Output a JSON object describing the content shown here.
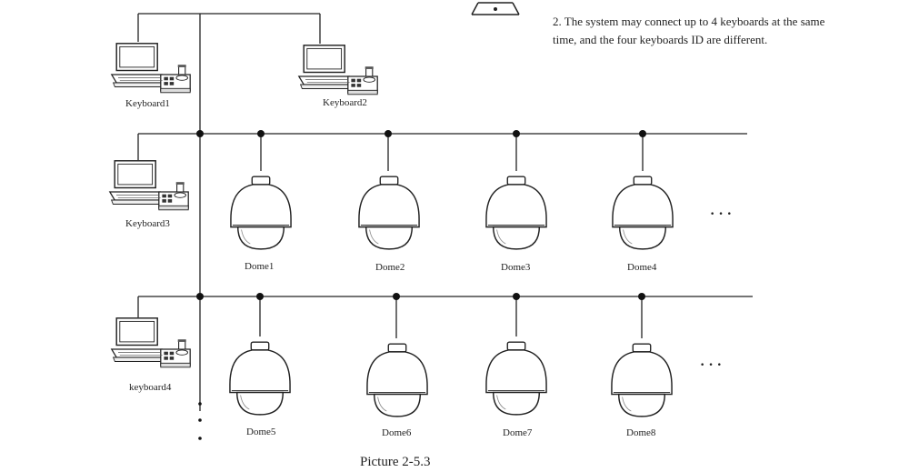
{
  "note": "2. The system may connect up to 4 keyboards at the same time, and the four  keyboards  ID are different.",
  "caption": "Picture 2-5.3",
  "keyboards": [
    "Keyboard1",
    "Keyboard2",
    "Keyboard3",
    "keyboard4"
  ],
  "domes_row1": [
    "Dome1",
    "Dome2",
    "Dome3",
    "Dome4"
  ],
  "domes_row2": [
    "Dome5",
    "Dome6",
    "Dome7",
    "Dome8"
  ],
  "ellipsis": "· · ·"
}
